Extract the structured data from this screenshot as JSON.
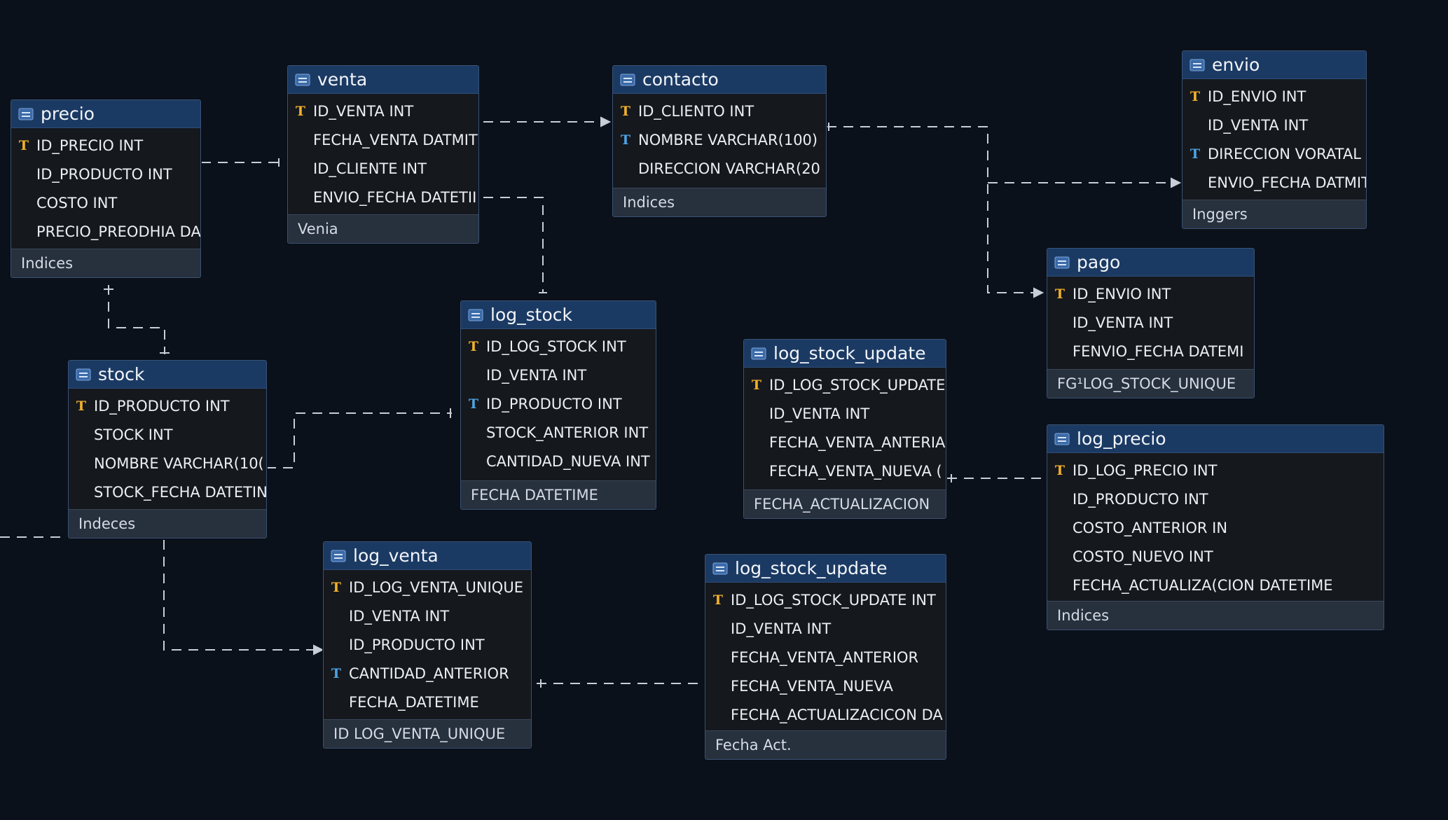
{
  "colors": {
    "background": "#0b111b",
    "header": "#1b3a63",
    "body": "#15181d",
    "footer": "#27303d",
    "primary_key": "#f2b12b",
    "foreign_key": "#4da3e3",
    "connector": "#c8ced8"
  },
  "tables": {
    "precio": {
      "title": "precio",
      "columns": [
        {
          "key": "pk",
          "name": "ID_PRECIO INT"
        },
        {
          "key": "",
          "name": "ID_PRODUCTO INT"
        },
        {
          "key": "",
          "name": "COSTO INT"
        },
        {
          "key": "",
          "name": "PRECIO_PREODHIA DA"
        }
      ],
      "footer": "Indices"
    },
    "venta": {
      "title": "venta",
      "columns": [
        {
          "key": "pk",
          "name": "ID_VENTA INT"
        },
        {
          "key": "",
          "name": "FECHA_VENTA DATMIT"
        },
        {
          "key": "",
          "name": "ID_CLIENTE INT"
        },
        {
          "key": "",
          "name": "ENVIO_FECHA DATETII"
        }
      ],
      "footer": "Venia"
    },
    "contacto": {
      "title": "contacto",
      "columns": [
        {
          "key": "pk",
          "name": "ID_CLIENTO INT"
        },
        {
          "key": "fk",
          "name": "NOMBRE VARCHAR(100)"
        },
        {
          "key": "",
          "name": "DIRECCION VARCHAR(20"
        }
      ],
      "footer": "Indices"
    },
    "envio": {
      "title": "envio",
      "columns": [
        {
          "key": "pk",
          "name": "ID_ENVIO INT"
        },
        {
          "key": "",
          "name": "ID_VENTA INT"
        },
        {
          "key": "fk",
          "name": "DIRECCION VORATAL ("
        },
        {
          "key": "",
          "name": "ENVIO_FECHA DATMIT"
        }
      ],
      "footer": "Inggers"
    },
    "pago": {
      "title": "pago",
      "columns": [
        {
          "key": "pk",
          "name": "ID_ENVIO INT"
        },
        {
          "key": "",
          "name": "ID_VENTA INT"
        },
        {
          "key": "",
          "name": "FENVIO_FECHA DATEMI"
        }
      ],
      "footer": "FG¹LOG_STOCK_UNIQUE"
    },
    "log_stock": {
      "title": "log_stock",
      "columns": [
        {
          "key": "pk",
          "name": "ID_LOG_STOCK INT"
        },
        {
          "key": "",
          "name": "ID_VENTA INT"
        },
        {
          "key": "fk",
          "name": "ID_PRODUCTO INT"
        },
        {
          "key": "",
          "name": "STOCK_ANTERIOR INT"
        },
        {
          "key": "",
          "name": "CANTIDAD_NUEVA INT"
        }
      ],
      "footer": "FECHA DATETIME"
    },
    "log_stock_update_1": {
      "title": "log_stock_update",
      "columns": [
        {
          "key": "pk",
          "name": "ID_LOG_STOCK_UPDATE"
        },
        {
          "key": "",
          "name": "ID_VENTA INT"
        },
        {
          "key": "",
          "name": "FECHA_VENTA_ANTERIA"
        },
        {
          "key": "",
          "name": "FECHA_VENTA_NUEVA ("
        }
      ],
      "footer": "FECHA_ACTUALIZACION"
    },
    "stock": {
      "title": "stock",
      "columns": [
        {
          "key": "pk",
          "name": "ID_PRODUCTO INT"
        },
        {
          "key": "",
          "name": "STOCK INT"
        },
        {
          "key": "",
          "name": "NOMBRE VARCHAR(10("
        },
        {
          "key": "",
          "name": "STOCK_FECHA DATETIN"
        }
      ],
      "footer": "Indeces"
    },
    "log_precio": {
      "title": "log_precio",
      "columns": [
        {
          "key": "pk",
          "name": "ID_LOG_PRECIO INT"
        },
        {
          "key": "",
          "name": "ID_PRODUCTO INT"
        },
        {
          "key": "",
          "name": "COSTO_ANTERIOR IN"
        },
        {
          "key": "",
          "name": "COSTO_NUEVO INT"
        },
        {
          "key": "",
          "name": "FECHA_ACTUALIZA(CION DATETIME"
        }
      ],
      "footer": "Indices"
    },
    "log_venta": {
      "title": "log_venta",
      "columns": [
        {
          "key": "pk",
          "name": "ID_LOG_VENTA_UNIQUE"
        },
        {
          "key": "",
          "name": "ID_VENTA INT"
        },
        {
          "key": "",
          "name": "ID_PRODUCTO INT"
        },
        {
          "key": "fk",
          "name": "CANTIDAD_ANTERIOR"
        },
        {
          "key": "",
          "name": "FECHA_DATETIME"
        }
      ],
      "footer": "ID LOG_VENTA_UNIQUE"
    },
    "log_stock_update_2": {
      "title": "log_stock_update",
      "columns": [
        {
          "key": "pk",
          "name": "ID_LOG_STOCK_UPDATE INT"
        },
        {
          "key": "",
          "name": "ID_VENTA INT"
        },
        {
          "key": "",
          "name": "FECHA_VENTA_ANTERIOR"
        },
        {
          "key": "",
          "name": "FECHA_VENTA_NUEVA"
        },
        {
          "key": "",
          "name": "FECHA_ACTUALIZACICON DA"
        }
      ],
      "footer": "Fecha Act."
    }
  },
  "key_glyphs": {
    "pk": "T",
    "fk": "T"
  }
}
